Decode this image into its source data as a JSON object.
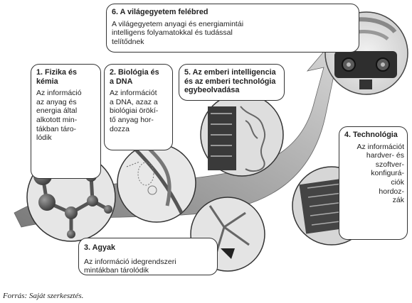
{
  "stages": [
    {
      "id": "6",
      "title": "6. A világegyetem felébred",
      "text": "A világegyetem anyagi és energiamintái\nintelligens folyamatokkal és tudással\ntelítődnek"
    },
    {
      "id": "1",
      "title": "1. Fizika és\nkémia",
      "text": "Az információ\naz anyag és\nenergia által\nalkotott min-\ntákban táro-\nlódik"
    },
    {
      "id": "2",
      "title": "2. Biológia és\na DNA",
      "text": "Az információt\na DNA, azaz a\nbiológiai örökí-\ntő anyag hor-\ndozza"
    },
    {
      "id": "5",
      "title": "5. Az emberi intelligencia\nés az emberi technológia\negybeolvadása",
      "text": ""
    },
    {
      "id": "4",
      "title": "4. Technológia",
      "text": "Az információt\nhardver- és\nszoftver-\nkonfigurá-\nciók\nhordoz-\nzák"
    },
    {
      "id": "3",
      "title": "3. Agyak",
      "text": "Az információ idegrendszeri\nmintákban tárolódik"
    }
  ],
  "source": "Forrás: Saját szerkesztés."
}
